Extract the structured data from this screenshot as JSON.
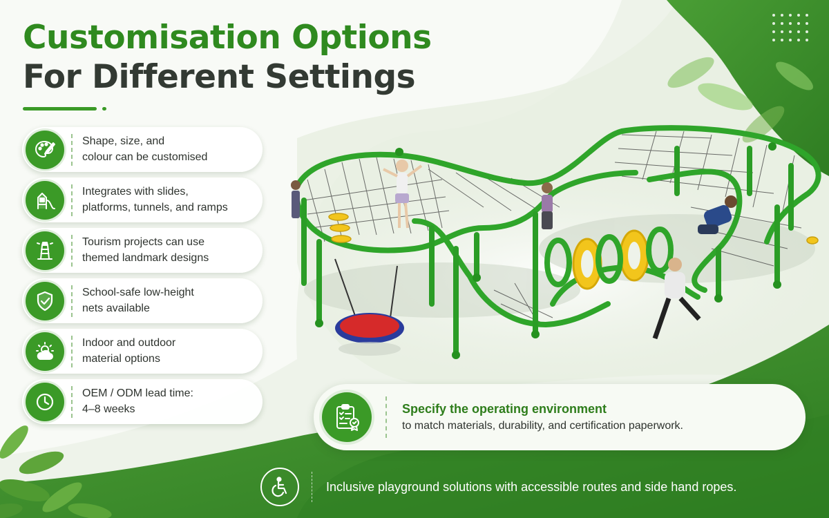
{
  "title": {
    "line1": "Customisation Options",
    "line2": "For Different Settings"
  },
  "features": [
    {
      "icon": "palette-brush-icon",
      "text": "Shape, size, and\ncolour can be customised"
    },
    {
      "icon": "playground-slide-icon",
      "text": "Integrates with slides,\nplatforms, tunnels, and ramps"
    },
    {
      "icon": "lighthouse-icon",
      "text": "Tourism projects can use\nthemed landmark designs"
    },
    {
      "icon": "shield-check-icon",
      "text": "School-safe low-height\nnets available"
    },
    {
      "icon": "sun-cloud-icon",
      "text": "Indoor and outdoor\nmaterial options"
    },
    {
      "icon": "clock-icon",
      "text": "OEM / ODM lead time:\n4–8 weeks"
    }
  ],
  "callout": {
    "icon": "clipboard-certificate-icon",
    "heading": "Specify the operating environment",
    "text": "to match materials, durability, and certification paperwork."
  },
  "footer": {
    "icon": "wheelchair-accessibility-icon",
    "text": "Inclusive playground solutions with accessible routes and side hand ropes."
  },
  "colors": {
    "brand_green": "#3b9a27",
    "title_green": "#2f8a1f",
    "title_dark": "#333a33",
    "footer_green": "#3c8f2a"
  }
}
